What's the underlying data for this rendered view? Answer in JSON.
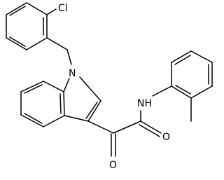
{
  "molecule": {
    "atoms": {
      "chlorine": "Cl",
      "indole_nitrogen": "N",
      "amide_nh": "NH",
      "amide_oxygen": "O",
      "keto_oxygen": "O"
    }
  },
  "colors": {
    "bond": "#000000",
    "label": "#000000",
    "background": "#ffffff"
  }
}
